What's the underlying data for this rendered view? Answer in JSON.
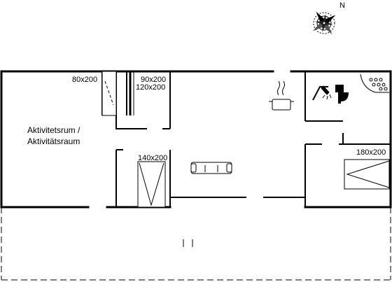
{
  "compass": {
    "north_label": "N",
    "icon": "compass-rose-icon"
  },
  "rooms": {
    "activity_room_line1": "Aktivitetsrum /",
    "activity_room_line2": "Aktivitätsraum"
  },
  "beds": {
    "bed_a": "80x200",
    "bed_b_line1": "90x200",
    "bed_b_line2": "120x200",
    "bed_c": "140x200",
    "bed_d": "180x200"
  },
  "icons": {
    "cooking_pot": "cooking-pot-icon",
    "sofa": "sofa-icon",
    "shower": "shower-icon",
    "toilet": "toilet-icon",
    "hot_tub": "hot-tub-icon"
  },
  "colors": {
    "wall": "#000000",
    "background": "#ffffff"
  }
}
